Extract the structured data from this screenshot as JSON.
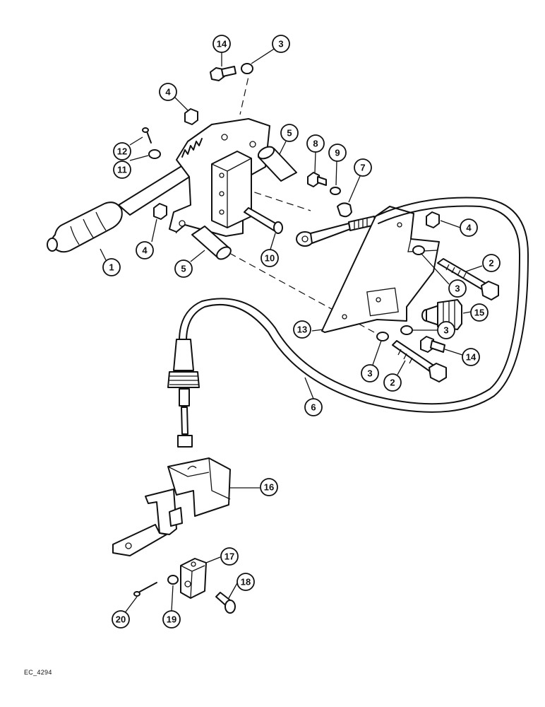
{
  "figure": {
    "drawing_ref": "EC_4294",
    "callouts": [
      {
        "id": "c14a",
        "label": "14",
        "part": "bolt"
      },
      {
        "id": "c3a",
        "label": "3",
        "part": "washer"
      },
      {
        "id": "c4a",
        "label": "4",
        "part": "nut"
      },
      {
        "id": "c5a",
        "label": "5",
        "part": "bushing"
      },
      {
        "id": "c8",
        "label": "8",
        "part": "bolt"
      },
      {
        "id": "c9",
        "label": "9",
        "part": "washer"
      },
      {
        "id": "c7",
        "label": "7",
        "part": "clip"
      },
      {
        "id": "c12",
        "label": "12",
        "part": "cotter-pin"
      },
      {
        "id": "c11",
        "label": "11",
        "part": "washer"
      },
      {
        "id": "c4b",
        "label": "4",
        "part": "nut"
      },
      {
        "id": "c4c",
        "label": "4",
        "part": "nut"
      },
      {
        "id": "c1",
        "label": "1",
        "part": "hand-lever"
      },
      {
        "id": "c5b",
        "label": "5",
        "part": "bushing"
      },
      {
        "id": "c10",
        "label": "10",
        "part": "pin"
      },
      {
        "id": "c2a",
        "label": "2",
        "part": "bolt"
      },
      {
        "id": "c3b",
        "label": "3",
        "part": "washer"
      },
      {
        "id": "c15",
        "label": "15",
        "part": "switch"
      },
      {
        "id": "c13",
        "label": "13",
        "part": "bracket"
      },
      {
        "id": "c3c",
        "label": "3",
        "part": "washer"
      },
      {
        "id": "c14b",
        "label": "14",
        "part": "bolt"
      },
      {
        "id": "c3d",
        "label": "3",
        "part": "washer"
      },
      {
        "id": "c2b",
        "label": "2",
        "part": "bolt"
      },
      {
        "id": "c6",
        "label": "6",
        "part": "cable"
      },
      {
        "id": "c16",
        "label": "16",
        "part": "bracket"
      },
      {
        "id": "c17",
        "label": "17",
        "part": "clevis"
      },
      {
        "id": "c18",
        "label": "18",
        "part": "pin"
      },
      {
        "id": "c19",
        "label": "19",
        "part": "washer"
      },
      {
        "id": "c20",
        "label": "20",
        "part": "cotter-pin"
      }
    ]
  }
}
